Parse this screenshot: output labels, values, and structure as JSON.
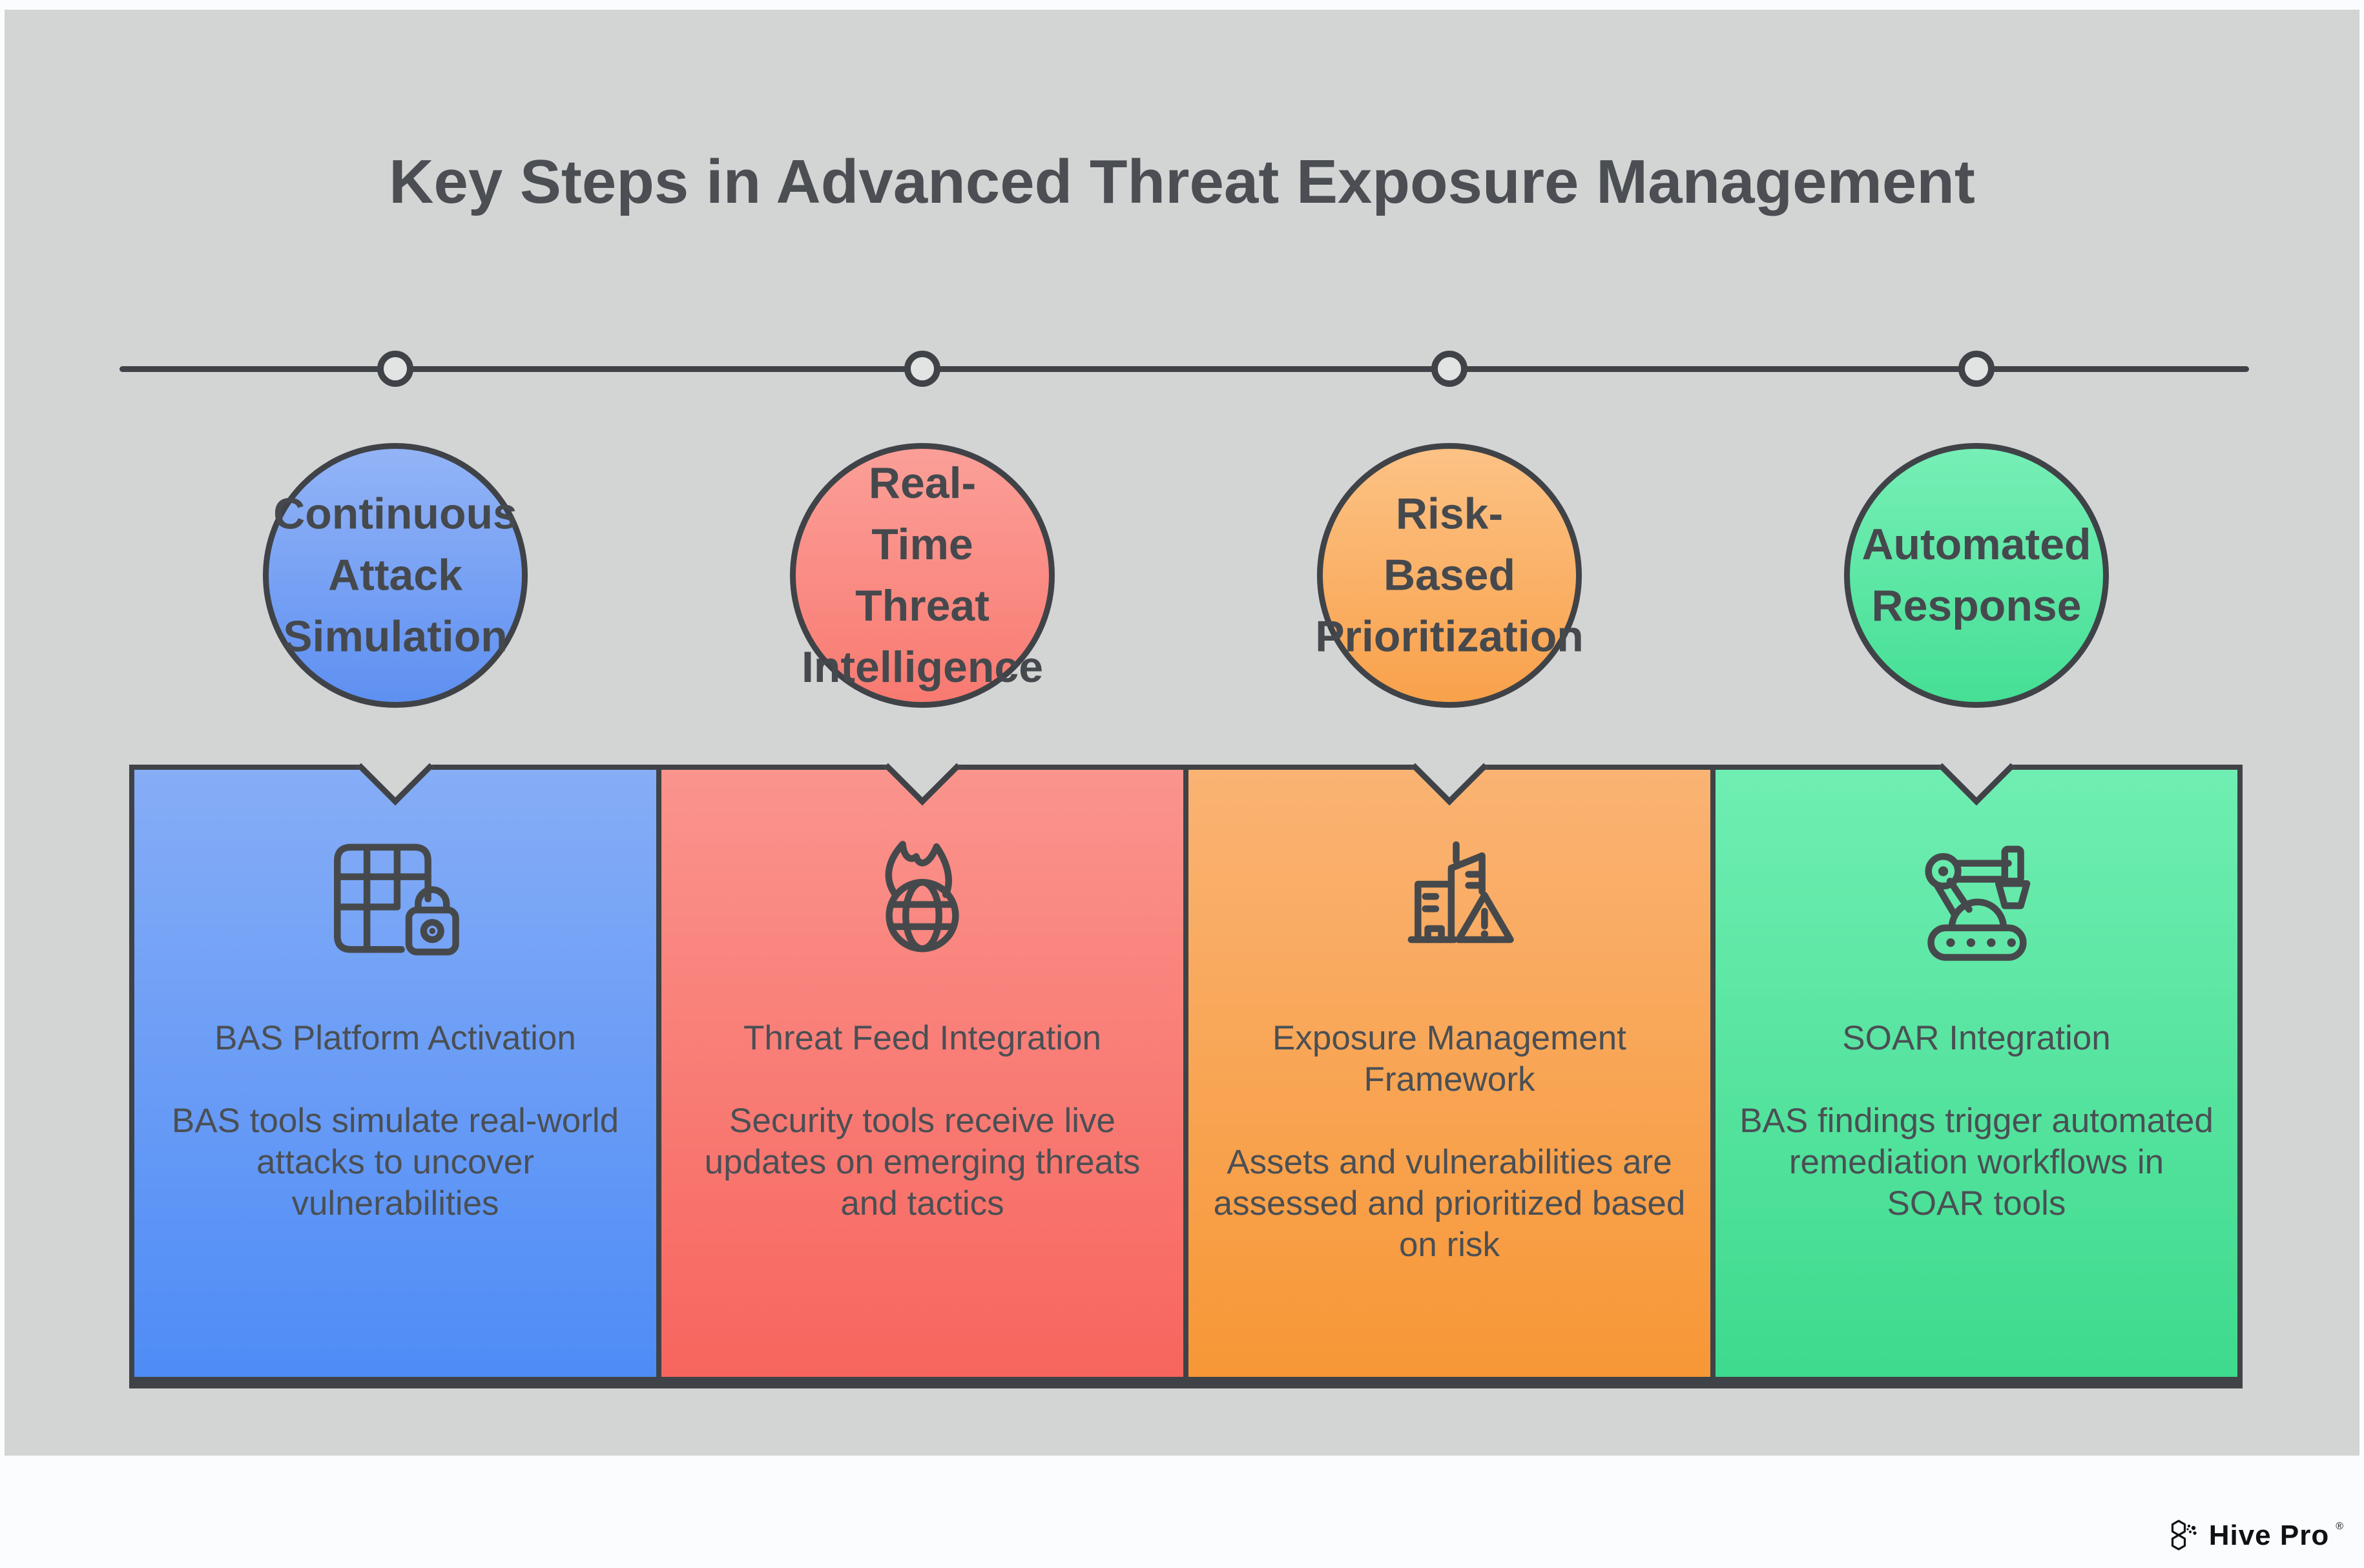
{
  "page": {
    "title": "Key Steps in Advanced Threat Exposure Management",
    "background_color": "#d3d4d4",
    "outline_color": "#3f4347",
    "title_color": "#4b4e52",
    "text_color": "#4a4f54"
  },
  "steps": [
    {
      "circle_label": "Continuous\nAttack\nSimulation",
      "icon": "grid-lock-icon",
      "card_title": "BAS Platform Activation",
      "card_description": "BAS tools simulate real-world attacks to uncover vulnerabilities",
      "colors": {
        "circle_top": "#93b4f6",
        "circle_bottom": "#5e90f2",
        "card_top": "#86adf6",
        "card_bottom": "#4e8cf6"
      }
    },
    {
      "circle_label": "Real-\nTime\nThreat\nIntelligence",
      "icon": "flame-globe-icon",
      "card_title": "Threat Feed Integration",
      "card_description": "Security tools receive live updates on emerging threats and tactics",
      "colors": {
        "circle_top": "#fb9f98",
        "circle_bottom": "#f87a71",
        "card_top": "#fa948d",
        "card_bottom": "#f7655e"
      }
    },
    {
      "circle_label": "Risk-\nBased\nPrioritization",
      "icon": "building-warning-icon",
      "card_title": "Exposure Management Framework",
      "card_description": "Assets and vulnerabilities are assessed and prioritized based on risk",
      "colors": {
        "circle_top": "#fcc285",
        "circle_bottom": "#f9a14b",
        "card_top": "#fab373",
        "card_bottom": "#f79736"
      }
    },
    {
      "circle_label": "Automated\nResponse",
      "icon": "robot-arm-icon",
      "card_title": "SOAR Integration",
      "card_description": "BAS findings trigger automated remediation workflows in SOAR tools",
      "colors": {
        "circle_top": "#76efb6",
        "circle_bottom": "#45df95",
        "card_top": "#6feeb2",
        "card_bottom": "#3eda8d"
      }
    }
  ],
  "footer": {
    "brand": "Hive Pro",
    "registered_mark": "®"
  }
}
